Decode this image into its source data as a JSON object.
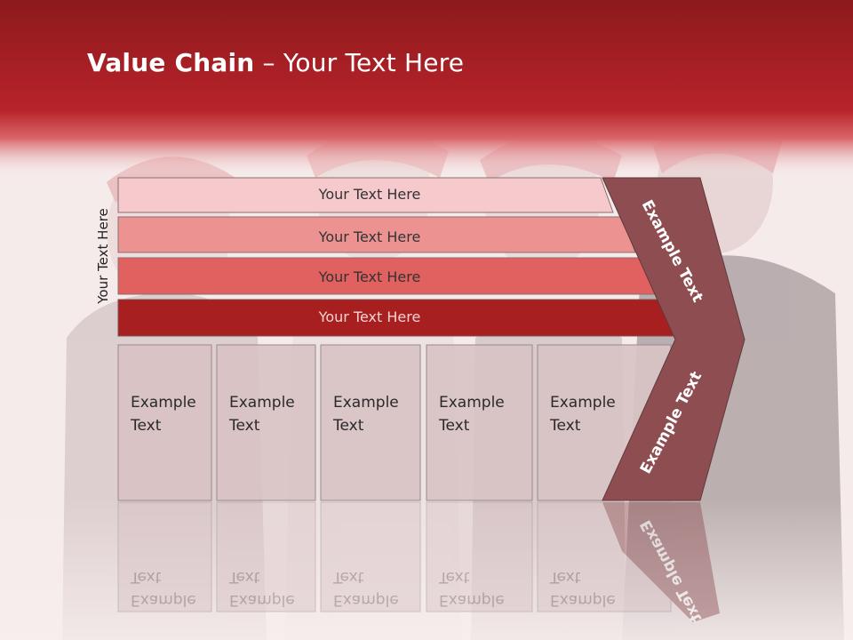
{
  "slide": {
    "title_bold": "Value Chain",
    "title_rest": " – Your Text Here",
    "side_label": "Your Text Here"
  },
  "bands": [
    {
      "label": "Your Text Here",
      "color": "#f6c9cc"
    },
    {
      "label": "Your Text Here",
      "color": "#ec9392"
    },
    {
      "label": "Your Text Here",
      "color": "#e16060"
    },
    {
      "label": "Your Text Here",
      "color": "#a81f20"
    }
  ],
  "boxes": [
    {
      "line1": "Example",
      "line2": "Text"
    },
    {
      "line1": "Example",
      "line2": "Text"
    },
    {
      "line1": "Example",
      "line2": "Text"
    },
    {
      "line1": "Example",
      "line2": "Text"
    },
    {
      "line1": "Example",
      "line2": "Text"
    }
  ],
  "arrow": {
    "top_text": "Example Text",
    "bottom_text": "Example Text",
    "color": "#8e4e51"
  },
  "colors": {
    "header": "#b01e22",
    "box_fill": "#d8c2c4",
    "box_stroke": "#9a8a8b"
  }
}
